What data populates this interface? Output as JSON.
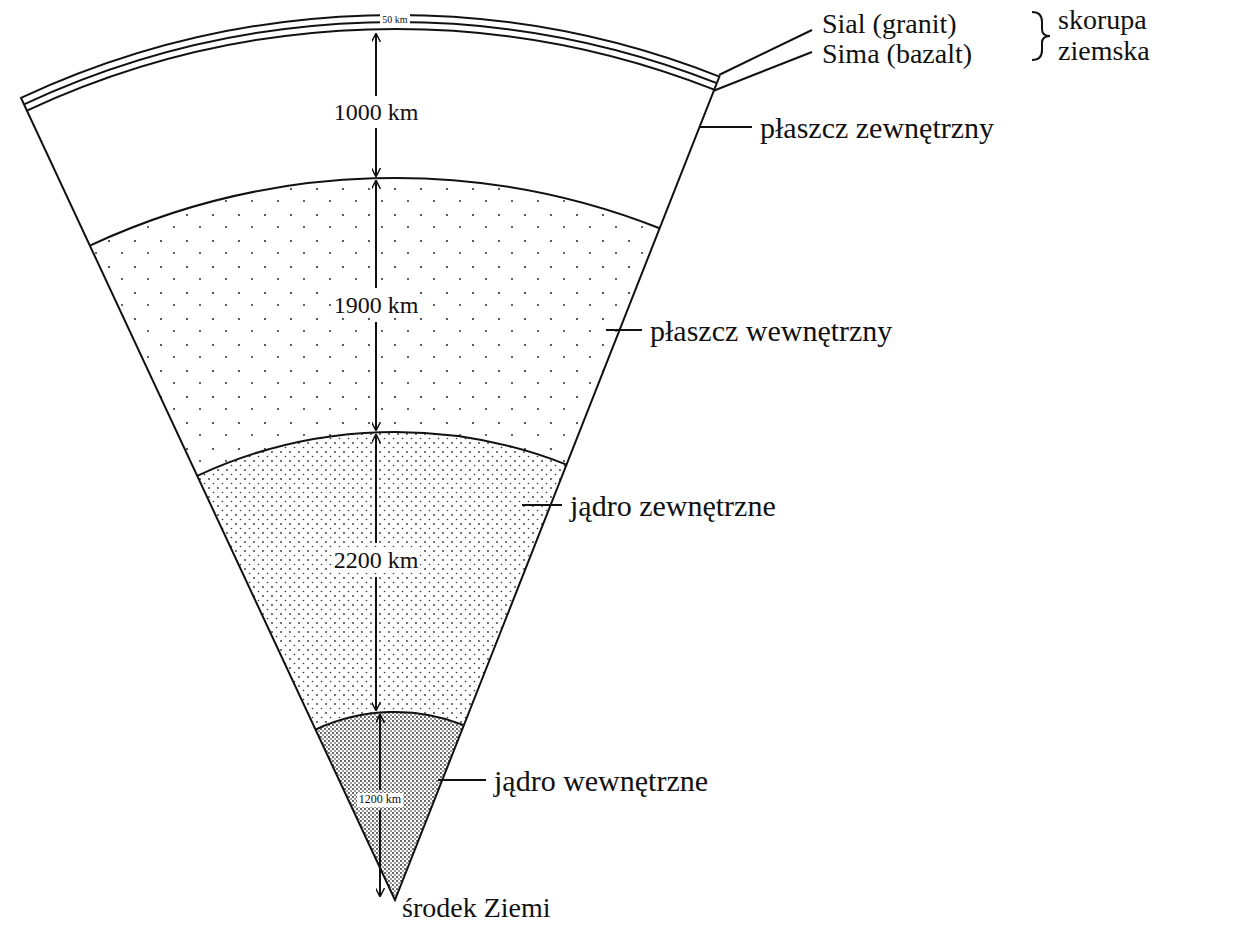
{
  "diagram": {
    "labels": [
      "50 km",
      "Sial (granit)",
      "skorupa ziemska",
      "Sima (bazalt)",
      "1000 km",
      "płaszcz zewnętrzny",
      "1900 km",
      "płaszcz wewnętrzny",
      "2200 km",
      "jądro zewnętrzne",
      "jądro wewnętrzne",
      "1200 km",
      "środek Ziemi"
    ]
  }
}
